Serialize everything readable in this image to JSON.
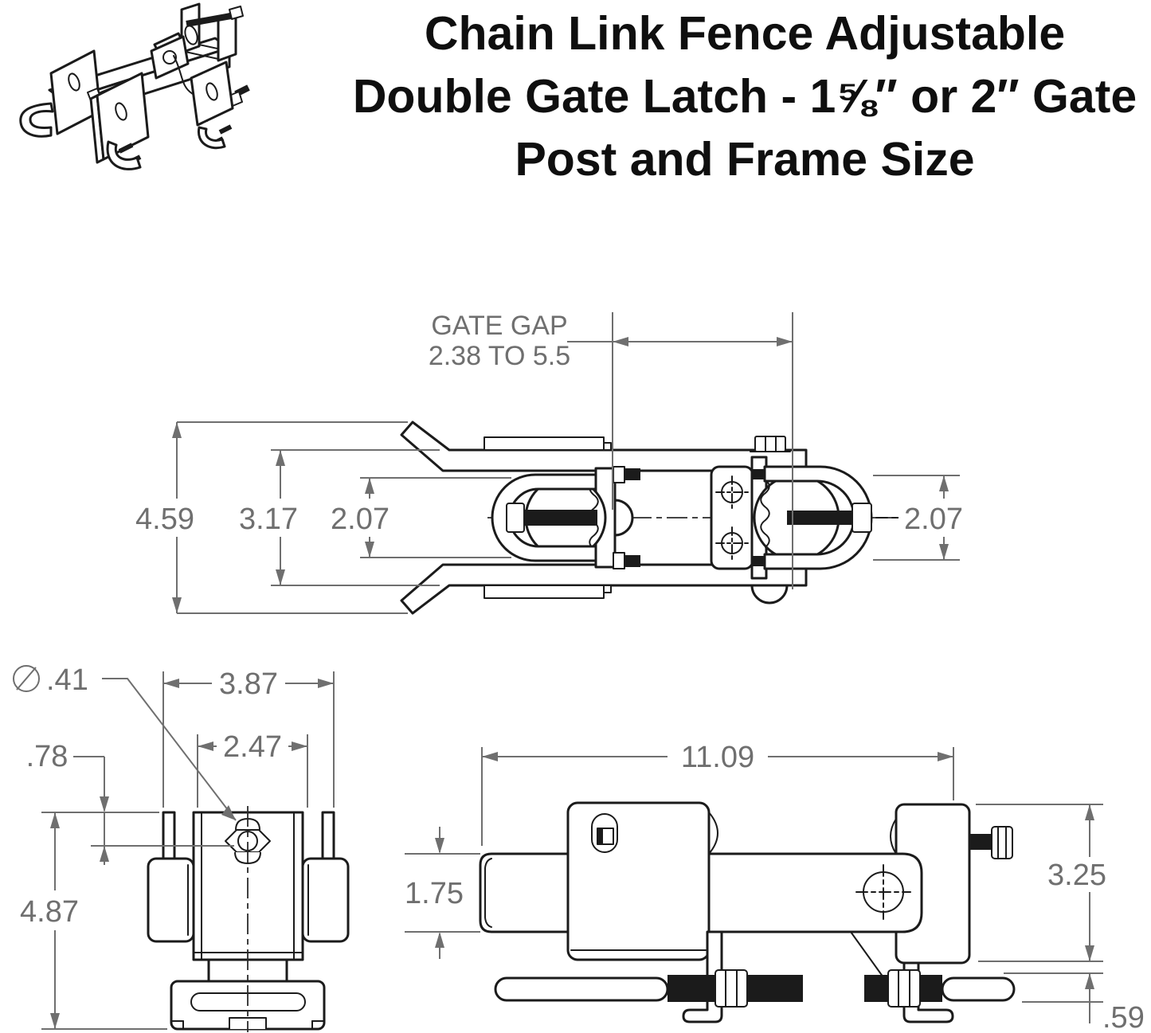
{
  "title": {
    "line1": "Chain Link Fence Adjustable",
    "line2": "Double Gate Latch - 1⅝″ or 2″ Gate",
    "line3": "Post and Frame Size"
  },
  "colors": {
    "line": "#1b1b1b",
    "dimension": "#6f6f6f",
    "background": "#ffffff"
  },
  "top_view": {
    "gate_gap_note": {
      "line1": "GATE GAP",
      "line2": "2.38 TO 5.5"
    },
    "dims": {
      "overall_depth": "4.59",
      "fork_outer_width": "3.17",
      "left_post_diameter": "2.07",
      "right_post_diameter": "2.07"
    }
  },
  "end_view": {
    "dims": {
      "hole_diameter": ".41",
      "mount_plate_width": "3.87",
      "inner_plate_width": "2.47",
      "hole_offset": ".78",
      "overall_height": "4.87"
    }
  },
  "side_view": {
    "dims": {
      "overall_length": "11.09",
      "bar_height": "1.75",
      "bracket_height": "3.25",
      "foot_offset": ".59"
    }
  }
}
